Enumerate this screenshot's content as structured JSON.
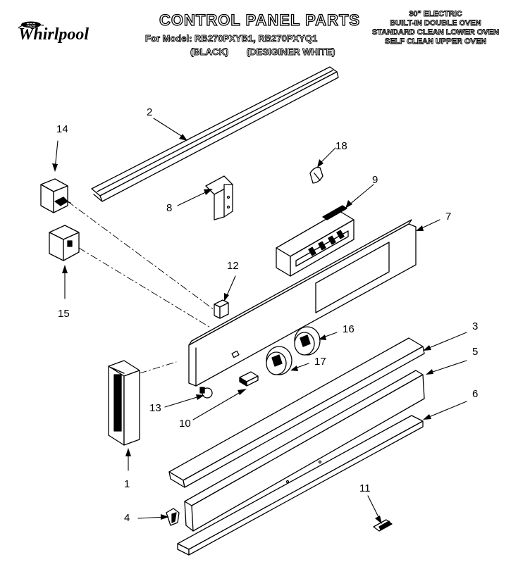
{
  "header": {
    "brand": "Whirlpool",
    "title": "CONTROL PANEL PARTS",
    "for_model": "For Model: RB270PXYB1, RB270PXYQ1",
    "variant_black": "(BLACK)",
    "variant_white": "(DESIGINER WHITE)",
    "description": [
      "30\" ELECTRIC",
      "BUILT-IN DOUBLE OVEN",
      "STANDARD CLEAN LOWER OVEN",
      "SELF CLEAN UPPER OVEN"
    ]
  },
  "callouts": [
    {
      "id": "1",
      "label": "1"
    },
    {
      "id": "2",
      "label": "2"
    },
    {
      "id": "3",
      "label": "3"
    },
    {
      "id": "4",
      "label": "4"
    },
    {
      "id": "5",
      "label": "5"
    },
    {
      "id": "6",
      "label": "6"
    },
    {
      "id": "7",
      "label": "7"
    },
    {
      "id": "8",
      "label": "8"
    },
    {
      "id": "9",
      "label": "9"
    },
    {
      "id": "10",
      "label": "10"
    },
    {
      "id": "11",
      "label": "11"
    },
    {
      "id": "12",
      "label": "12"
    },
    {
      "id": "13",
      "label": "13"
    },
    {
      "id": "14",
      "label": "14"
    },
    {
      "id": "15",
      "label": "15"
    },
    {
      "id": "16",
      "label": "16"
    },
    {
      "id": "17",
      "label": "17"
    },
    {
      "id": "18",
      "label": "18"
    }
  ]
}
